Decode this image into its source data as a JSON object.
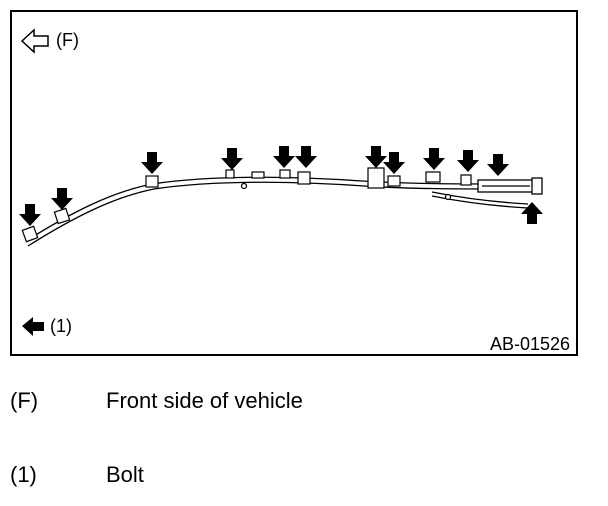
{
  "figure": {
    "direction_label": "(F)",
    "bolt_label": "(1)",
    "code": "AB-01526"
  },
  "legend": [
    {
      "key": "(F)",
      "description": "Front side of vehicle"
    },
    {
      "key": "(1)",
      "description": "Bolt"
    }
  ]
}
